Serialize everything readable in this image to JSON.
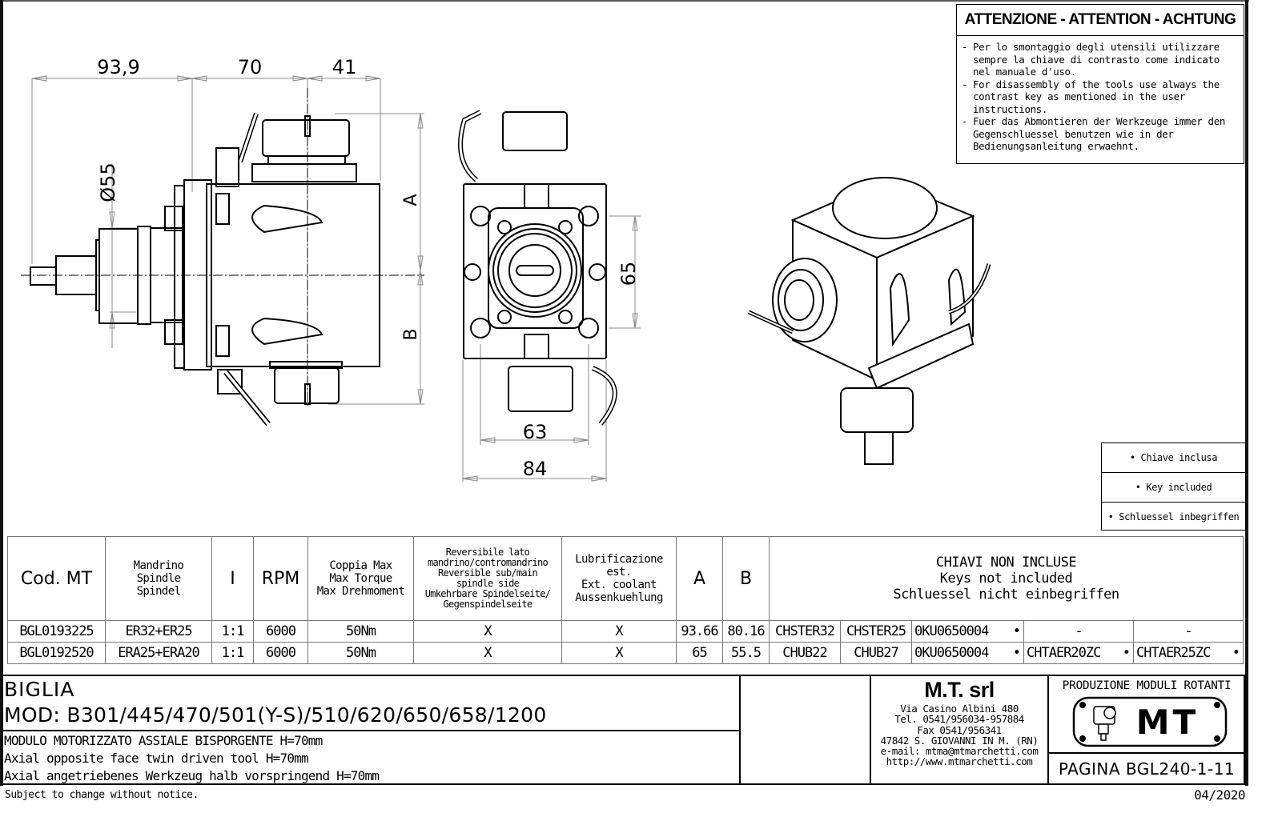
{
  "drawing": {
    "side_view": {
      "dimensions": {
        "d1": "93,9",
        "d2": "70",
        "d3": "41",
        "diameter": "Ø55",
        "a_label": "A",
        "b_label": "B"
      }
    },
    "front_view": {
      "dimensions": {
        "width_inner": "63",
        "width_outer": "84",
        "height": "65"
      }
    }
  },
  "attention": {
    "title": "ATTENZIONE - ATTENTION - ACHTUNG",
    "items": [
      {
        "dash": "-",
        "text": "Per lo smontaggio degli utensili utilizzare sempre la chiave di contrasto come indicato nel manuale d'uso."
      },
      {
        "dash": "-",
        "text": "For disassembly of the tools use always the contrast key as mentioned in the user instructions."
      },
      {
        "dash": "-",
        "text": "Fuer das Abmontieren der Werkzeuge immer den Gegenschluessel benutzen wie in der Bedienungsanleitung erwaehnt."
      }
    ]
  },
  "key_legend": {
    "items": [
      "• Chiave inclusa",
      "• Key included",
      "• Schluessel inbegriffen"
    ]
  },
  "spec_table": {
    "headers": {
      "code": "Cod. MT",
      "spindle": "Mandrino\nSpindle\nSpindel",
      "ratio": "I",
      "rpm": "RPM",
      "torque": "Coppia Max\nMax Torque\nMax Drehmoment",
      "reversible": "Reversibile lato\nmandrino/contromandrino\nReversible sub/main\nspindle side\nUmkehrbare Spindelseite/\nGegenspindelseite",
      "coolant": "Lubrificazione est.\nExt. coolant\nAussenkuehlung",
      "a": "A",
      "b": "B",
      "keys": "CHIAVI NON INCLUSE\nKeys not included\nSchluessel nicht einbegriffen"
    },
    "rows": [
      {
        "code": "BGL0193225",
        "spindle": "ER32+ER25",
        "ratio": "1:1",
        "rpm": "6000",
        "torque": "50Nm",
        "reversible": "X",
        "coolant": "X",
        "a": "93.66",
        "b": "80.16",
        "key1": "CHSTER32",
        "key2": "CHSTER25",
        "key3": "0KU0650004",
        "key3_mark": "•",
        "key4": "-",
        "key4_mark": "",
        "key5": "-",
        "key5_mark": ""
      },
      {
        "code": "BGL0192520",
        "spindle": "ERA25+ERA20",
        "ratio": "1:1",
        "rpm": "6000",
        "torque": "50Nm",
        "reversible": "X",
        "coolant": "X",
        "a": "65",
        "b": "55.5",
        "key1": "CHUB22",
        "key2": "CHUB27",
        "key3": "0KU0650004",
        "key3_mark": "•",
        "key4": "CHTAER20ZC",
        "key4_mark": "•",
        "key5": "CHTAER25ZC",
        "key5_mark": "•"
      }
    ]
  },
  "title_block": {
    "brand": "BIGLIA",
    "models": "MOD: B301/445/470/501(Y-S)/510/620/650/658/1200",
    "desc_it": "MODULO MOTORIZZATO ASSIALE BISPORGENTE H=70mm",
    "desc_en": "Axial opposite face twin driven tool H=70mm",
    "desc_de": "Axial angetriebenes Werkzeug halb vorspringend H=70mm",
    "company": {
      "name": "M.T. srl",
      "address": "Via Casino Albini 480",
      "tel": "Tel. 0541/956034-957884",
      "fax": "Fax 0541/956341",
      "city": "47842 S. GIOVANNI IN M. (RN)",
      "email": "e-mail: mtma@mtmarchetti.com",
      "web": "http://www.mtmarchetti.com"
    },
    "production": "PRODUZIONE MODULI ROTANTI",
    "logo_text": "MT",
    "page": "PAGINA BGL240-1-11"
  },
  "footer": {
    "notice": "Subject to change without notice.",
    "date": "04/2020"
  }
}
